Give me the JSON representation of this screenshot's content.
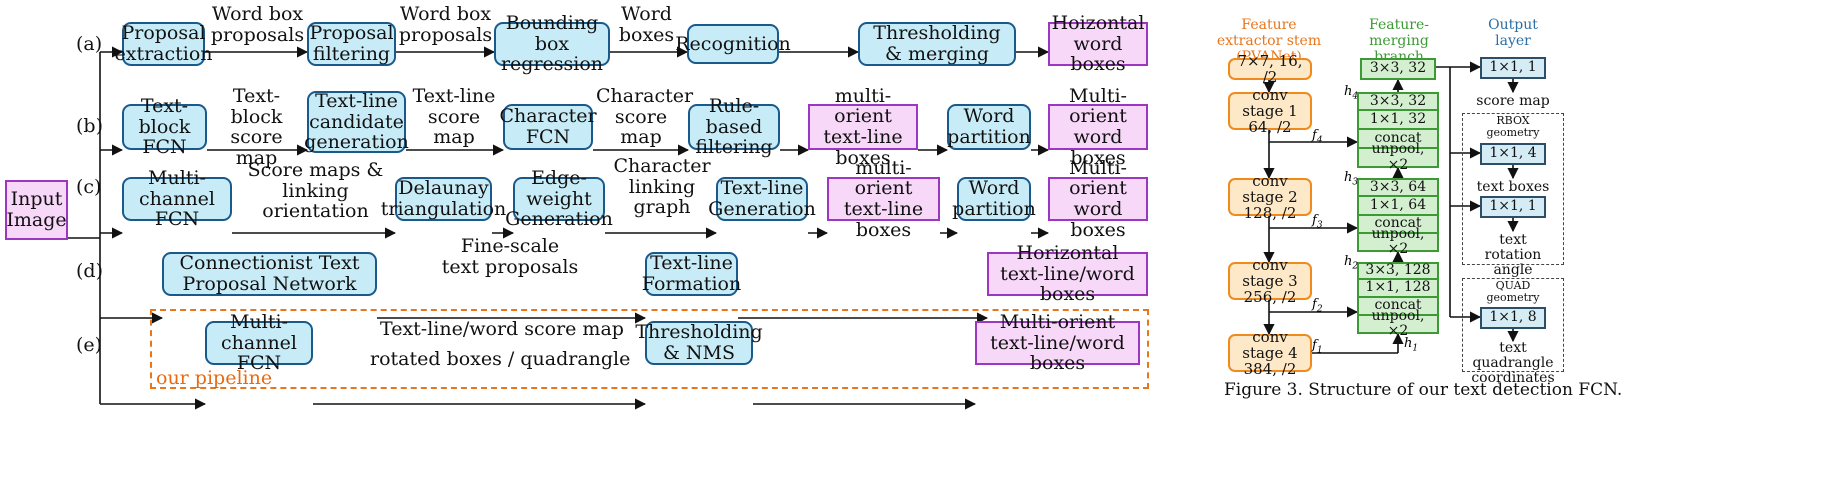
{
  "colors": {
    "blue_fill": "#c8ecf7",
    "blue_border": "#1a5a8a",
    "pink_fill": "#f8d8f8",
    "pink_border": "#9b37c0",
    "orange": "#e8761c",
    "green": "#3c9a34",
    "header_blue": "#2b6fa6"
  },
  "left_diagram": {
    "input": "Input Image",
    "row_labels": [
      "(a)",
      "(b)",
      "(c)",
      "(d)",
      "(e)"
    ],
    "row_a": {
      "boxes": [
        "Proposal extraction",
        "Proposal filtering",
        "Bounding box regression",
        "Recognition",
        "Thresholding & merging",
        "Hoizontal word boxes"
      ],
      "edge_labels": [
        "Word box proposals",
        "Word box proposals",
        "Word boxes"
      ]
    },
    "row_b": {
      "boxes": [
        "Text-block FCN",
        "Text-line candidate generation",
        "Character FCN",
        "Rule-based filtering",
        "multi-orient text-line boxes",
        "Word partition",
        "Multi-orient word boxes"
      ],
      "edge_labels": [
        "Text-block score map",
        "Text-line score map",
        "Character score map"
      ]
    },
    "row_c": {
      "boxes": [
        "Multi-channel FCN",
        "Delaunay triangulation",
        "Edge-weight Generation",
        "Text-line Generation",
        "multi-orient text-line boxes",
        "Word partition",
        "Multi-orient word boxes"
      ],
      "edge_labels": [
        "Score maps & linking orientation",
        "Character linking graph"
      ]
    },
    "row_d": {
      "boxes": [
        "Connectionist Text Proposal Network",
        "Text-line Formation",
        "Horizontal text-line/word boxes"
      ],
      "edge_labels": [
        "Fine-scale text proposals"
      ]
    },
    "row_e": {
      "boxes": [
        "Multi-channel FCN",
        "Thresholding & NMS",
        "Multi-orient text-line/word boxes"
      ],
      "edge_labels": [
        "Text-line/word score map",
        "rotated boxes / quadrangle"
      ]
    },
    "pipeline_label": "our pipeline"
  },
  "right_diagram": {
    "headers": {
      "stem": "Feature extractor stem (PVANet)",
      "merge": "Feature-merging branch",
      "output": "Output layer"
    },
    "stem": [
      "7×7, 16, /2",
      "conv stage 1 64, /2",
      "conv stage 2 128, /2",
      "conv stage 3 256, /2",
      "conv stage 4 384, /2"
    ],
    "merge_top": "3×3, 32",
    "merge_groups": [
      [
        "3×3, 32",
        "1×1, 32",
        "concat",
        "unpool, ×2"
      ],
      [
        "3×3, 64",
        "1×1, 64",
        "concat",
        "unpool, ×2"
      ],
      [
        "3×3, 128",
        "1×1, 128",
        "concat",
        "unpool, ×2"
      ]
    ],
    "features": [
      "f",
      "f",
      "f",
      "f"
    ],
    "feature_idx": [
      "4",
      "3",
      "2",
      "1"
    ],
    "h_labels": [
      "h",
      "h",
      "h",
      "h"
    ],
    "h_idx": [
      "4",
      "3",
      "2",
      "1"
    ],
    "outputs": {
      "score_box": "1×1, 1",
      "score_text": "score map",
      "rbox_title": "RBOX geometry",
      "rbox_box1": "1×1, 4",
      "rbox_text1": "text boxes",
      "rbox_box2": "1×1, 1",
      "rbox_text2": "text rotation angle",
      "quad_title": "QUAD geometry",
      "quad_box": "1×1, 8",
      "quad_text": "text quadrangle coordinates"
    },
    "caption": "Figure 3. Structure of our text detection FCN."
  }
}
